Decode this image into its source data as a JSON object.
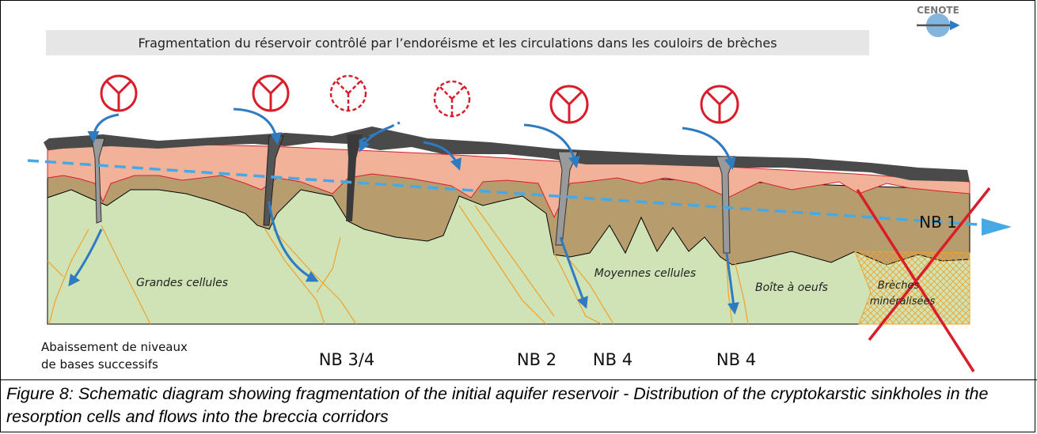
{
  "logo": {
    "text": "CENOTE"
  },
  "title": "Fragmentation du réservoir contrôlé par l’endoréisme et les circulations dans les couloirs de brèches",
  "labels": {
    "grandes_cellules": "Grandes cellules",
    "moyennes_cellules": "Moyennes cellules",
    "boite_a_oeufs": "Boîte à oeufs",
    "breches_line1": "Brèches",
    "breches_line2": "minéralisées",
    "nb1": "NB 1"
  },
  "bottom_labels": {
    "abaissement_line1": "Abaissement de niveaux",
    "abaissement_line2": "de bases successifs",
    "nb34": "NB 3/4",
    "nb2": "NB 2",
    "nb4a": "NB 4",
    "nb4b": "NB 4"
  },
  "caption": "Figure 8: Schematic diagram showing fragmentation of the initial aquifer reservoir - Distribution of the cryptokarstic sinkholes in the resorption cells and flows into the breccia corridors",
  "colors": {
    "dark_crust": "#4a4a4a",
    "pink_layer": "#f2b29a",
    "brown_layer": "#b79c6e",
    "green_base": "#cfe3b6",
    "red_line": "#d81e2a",
    "blue_flow": "#2f7bc1",
    "dashed_level": "#47a9e3",
    "orange_fracture": "#f1a12b",
    "title_bg": "#e6e6e6"
  },
  "icons": [
    "sinkhole-symbol-icon",
    "crossed-out-icon",
    "flow-arrow-icon"
  ]
}
